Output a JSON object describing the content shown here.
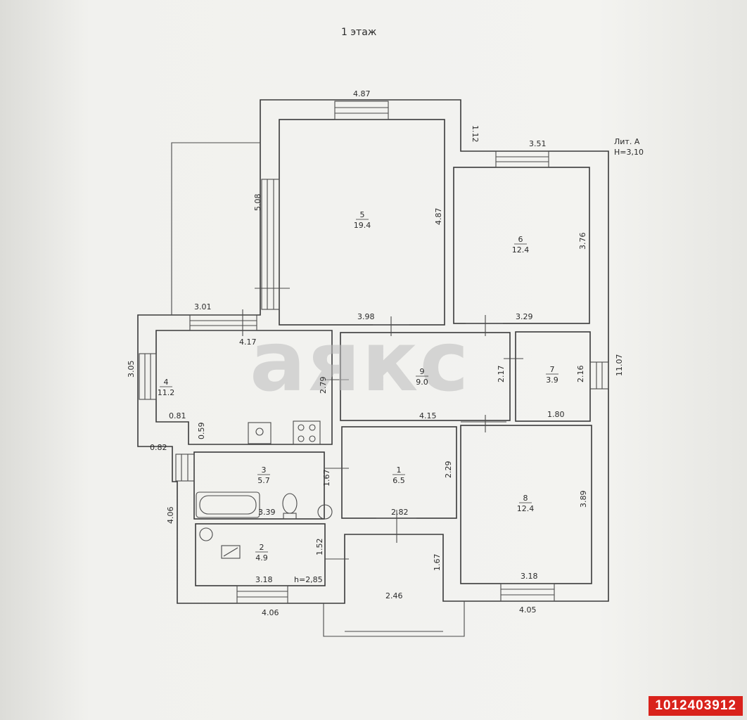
{
  "plan": {
    "floor_title": "1 этаж",
    "lit_label": "Лит. А",
    "height_label": "Н=3,10",
    "rooms": [
      {
        "number": "5",
        "area": "19.4"
      },
      {
        "number": "6",
        "area": "12.4"
      },
      {
        "number": "4",
        "area": "11.2"
      },
      {
        "number": "9",
        "area": "9.0"
      },
      {
        "number": "7",
        "area": "3.9"
      },
      {
        "number": "3",
        "area": "5.7"
      },
      {
        "number": "1",
        "area": "6.5"
      },
      {
        "number": "8",
        "area": "12.4"
      },
      {
        "number": "2",
        "area": "4.9"
      }
    ],
    "dimensions": [
      "4.87",
      "1.12",
      "3.51",
      "5.08",
      "4.87",
      "3.76",
      "3.01",
      "3.98",
      "3.29",
      "4.17",
      "3.05",
      "2.79",
      "2.17",
      "2.16",
      "11.07",
      "0.81",
      "0.59",
      "4.15",
      "1.80",
      "0.82",
      "1.67",
      "2.29",
      "3.39",
      "2.82",
      "4.06",
      "3.89",
      "1.52",
      "1.67",
      "3.18",
      "h=2,85",
      "3.18",
      "2.46",
      "4.06",
      "4.05"
    ]
  },
  "watermark": "аякс",
  "listing_id": "1012403912"
}
